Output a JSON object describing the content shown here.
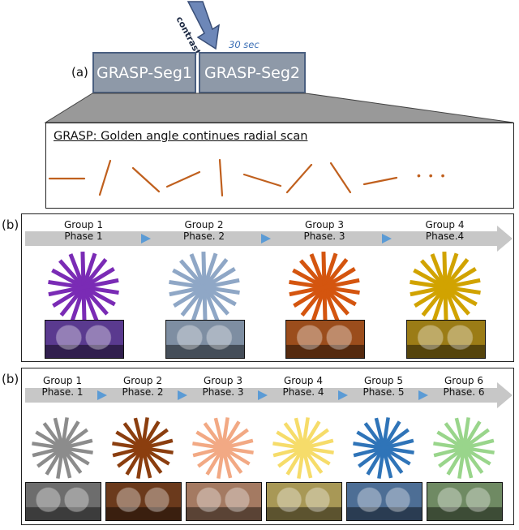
{
  "panel_a": {
    "label": "(a)",
    "arrow_text": "contrast",
    "interval": "30 sec",
    "segments": [
      "GRASP-Seg1",
      "GRASP-Seg2"
    ],
    "scan_title": "GRASP: Golden angle continues radial scan",
    "ellipsis": "• • •",
    "colors": {
      "segment_fill": "#8e99a8",
      "segment_border": "#4a5f80",
      "spoke": "#c0601e",
      "arrow": "#6d87b8"
    }
  },
  "panel_b1": {
    "label": "(b)",
    "groups": [
      {
        "group": "Group 1",
        "phase": "Phase 1",
        "color": "#7a2bb5",
        "tint": "#5a3a8f"
      },
      {
        "group": "Group 2",
        "phase": "Phase. 2",
        "color": "#8fa7c6",
        "tint": "#7e8ea2"
      },
      {
        "group": "Group 3",
        "phase": "Phase. 3",
        "color": "#d4550f",
        "tint": "#9b4d1c"
      },
      {
        "group": "Group 4",
        "phase": "Phase.4",
        "color": "#d1a300",
        "tint": "#9b7c16"
      }
    ]
  },
  "panel_b2": {
    "label": "(b)",
    "groups": [
      {
        "group": "Group 1",
        "phase": "Phase. 1",
        "color": "#8c8c8c",
        "tint": "#6d6d6d"
      },
      {
        "group": "Group 2",
        "phase": "Phase. 2",
        "color": "#8b3e0f",
        "tint": "#6b3a1c"
      },
      {
        "group": "Group 3",
        "phase": "Phase. 3",
        "color": "#f2a984",
        "tint": "#a47a62"
      },
      {
        "group": "Group 4",
        "phase": "Phase. 4",
        "color": "#f6dc6a",
        "tint": "#a89856"
      },
      {
        "group": "Group 5",
        "phase": "Phase. 5",
        "color": "#2f74b8",
        "tint": "#4d6e95"
      },
      {
        "group": "Group 6",
        "phase": "Phase. 6",
        "color": "#99d58b",
        "tint": "#6f8a63"
      }
    ]
  }
}
